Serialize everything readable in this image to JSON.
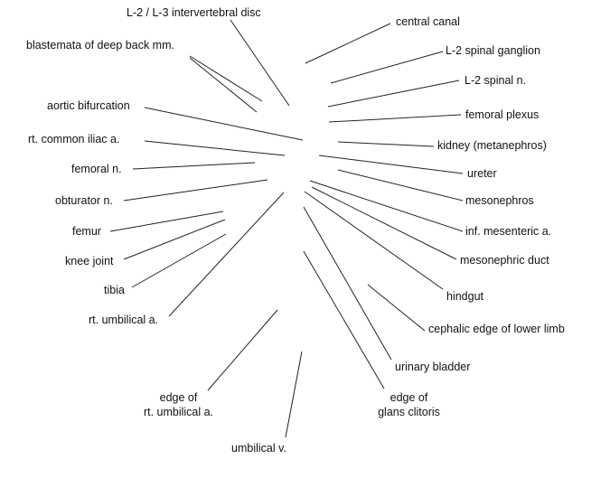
{
  "labels": {
    "l2_l3_disc": "L-2 / L-3 intervertebral disc",
    "blastemata": "blastemata of deep back mm.",
    "aortic_bifurcation": "aortic bifurcation",
    "rt_common_iliac": "rt. common iliac a.",
    "femoral_n": "femoral n.",
    "obturator_n": "obturator n.",
    "femur": "femur",
    "knee_joint": "knee joint",
    "tibia": "tibia",
    "rt_umbilical_a": "rt. umbilical a.",
    "edge_rt_umbilical_line1": "edge of",
    "edge_rt_umbilical_line2": "rt. umbilical a.",
    "umbilical_v": "umbilical v.",
    "central_canal": "central canal",
    "l2_spinal_ganglion": "L-2 spinal ganglion",
    "l2_spinal_n": "L-2 spinal n.",
    "femoral_plexus": "femoral plexus",
    "kidney": "kidney (metanephros)",
    "ureter": "ureter",
    "mesonephros": "mesonephros",
    "inf_mesenteric": "inf. mesenteric a.",
    "mesonephric_duct": "mesonephric duct",
    "hindgut": "hindgut",
    "cephalic_edge": "cephalic edge of lower limb",
    "urinary_bladder": "urinary bladder",
    "edge_glans_line1": "edge of",
    "edge_glans_line2": "glans clitoris"
  }
}
